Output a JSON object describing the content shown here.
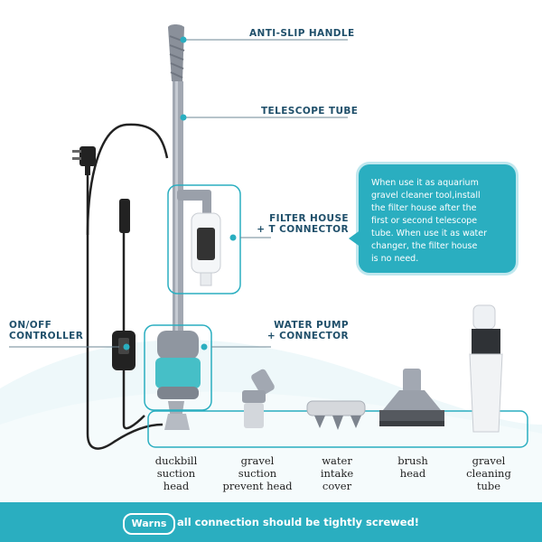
{
  "callouts": {
    "anti_slip_handle": "ANTI-SLIP HANDLE",
    "telescope_tube": "TELESCOPE TUBE",
    "filter_house_line1": "FILTER HOUSE",
    "filter_house_line2": "+ T CONNECTOR",
    "water_pump_line1": "WATER   PUMP",
    "water_pump_line2": "+ CONNECTOR",
    "onoff_line1": "ON/OFF",
    "onoff_line2": "CONTROLLER"
  },
  "info_box": {
    "lines": [
      "When use it as aquarium",
      "gravel cleaner tool,install",
      "the filter house after the",
      "first or second telescope",
      "tube. When use it as water",
      "changer, the filter house",
      "is no need."
    ]
  },
  "accessories": [
    {
      "line1": "duckbill",
      "line2": "suction",
      "line3": "head"
    },
    {
      "line1": "gravel",
      "line2": "suction",
      "line3": "prevent head"
    },
    {
      "line1": "water",
      "line2": "intake",
      "line3": "cover"
    },
    {
      "line1": "brush",
      "line2": "head",
      "line3": ""
    },
    {
      "line1": "gravel",
      "line2": "cleaning",
      "line3": "tube"
    }
  ],
  "warning": {
    "badge": "Warns",
    "text": "all connection should be tightly screwed!"
  },
  "colors": {
    "accent": "#2aaec0",
    "callout_text": "#1f4f6a",
    "tube_gray": "#9aa0aa"
  }
}
